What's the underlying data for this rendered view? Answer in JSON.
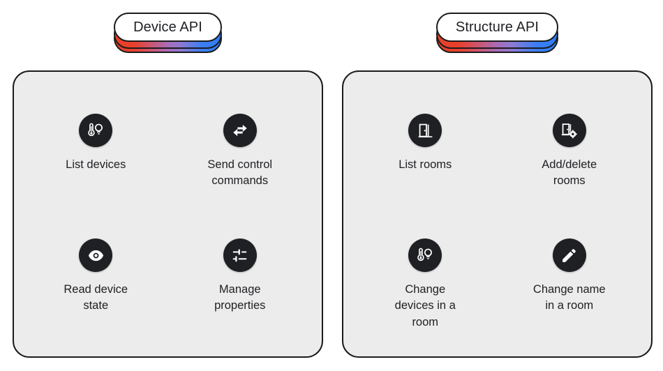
{
  "columns": [
    {
      "id": "device-api",
      "title": "Device API",
      "items": [
        {
          "label": "List devices",
          "icon": "thermostat-bulb-icon"
        },
        {
          "label": "Send control\ncommands",
          "icon": "swap-horizontal-arrows-icon"
        },
        {
          "label": "Read device\nstate",
          "icon": "eye-icon"
        },
        {
          "label": "Manage\nproperties",
          "icon": "tune-sliders-icon"
        }
      ]
    },
    {
      "id": "structure-api",
      "title": "Structure API",
      "items": [
        {
          "label": "List rooms",
          "icon": "door-icon"
        },
        {
          "label": "Add/delete\nrooms",
          "icon": "door-gear-icon"
        },
        {
          "label": "Change\ndevices in a\nroom",
          "icon": "thermostat-bulb-icon"
        },
        {
          "label": "Change name\nin a room",
          "icon": "pencil-edit-icon"
        }
      ]
    }
  ],
  "colors": {
    "gradient_start": "#e8402a",
    "gradient_mid": "#9b72c8",
    "gradient_end": "#2f7df6",
    "panel_fill": "#ececec",
    "outline": "#1b1b1b",
    "icon_badge": "#1f2023",
    "text": "#202124",
    "page_background": "#ffffff"
  }
}
